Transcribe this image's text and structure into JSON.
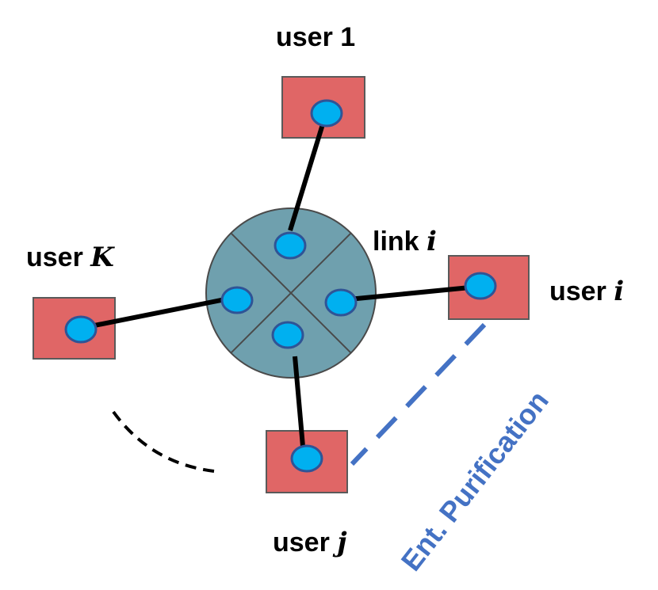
{
  "users": {
    "user1": {
      "prefix": "user",
      "index": "1"
    },
    "userK": {
      "prefix": "user",
      "index": "K"
    },
    "useri": {
      "prefix": "user",
      "index": "i"
    },
    "userj": {
      "prefix": "user",
      "index": "j"
    }
  },
  "link": {
    "prefix": "link",
    "index": "i"
  },
  "purification": {
    "label": "Ent. Purification"
  },
  "colors": {
    "user_box_fill": "#e06666",
    "user_box_stroke": "#5a5a5a",
    "qubit_fill": "#00b0f0",
    "qubit_stroke": "#2f5496",
    "hub_fill": "#6fa0ae",
    "hub_stroke": "#4a4a4a",
    "link_line": "#000000",
    "purification": "#4472c4"
  }
}
